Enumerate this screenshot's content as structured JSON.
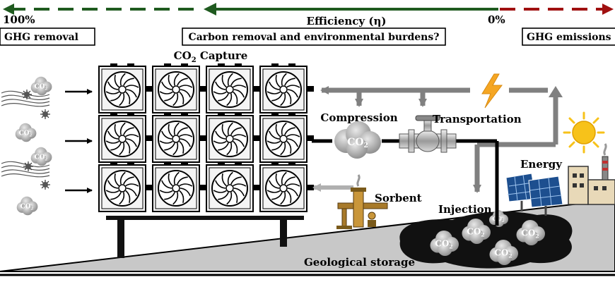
{
  "efficiency_bar": {
    "left_label": "100%",
    "title": "Efficiency (η)",
    "right_label": "0%",
    "colors": {
      "green": "#1f5a1f",
      "red": "#a01010"
    }
  },
  "boxes": {
    "left": "GHG removal",
    "center": "Carbon removal and environmental burdens?",
    "right": "GHG emissions"
  },
  "capture": {
    "title": "CO",
    "subscript": "2",
    "title_suffix": " Capture"
  },
  "labels": {
    "compression": "Compression",
    "transportation": "Transportation",
    "energy": "Energy",
    "sorbent": "Sorbent",
    "injection": "Injection",
    "geological_storage": "Geological storage"
  },
  "co2_text": "CO",
  "co2_sub": "2",
  "colors": {
    "flow_gray": "#808080",
    "ground": "#c8c8c8",
    "reservoir": "#111111",
    "bolt": "#f5a623",
    "sun": "#f7c21a"
  },
  "icons": [
    "fan-icon",
    "cloud-icon",
    "lightning-icon",
    "sun-icon",
    "solar-panel-icon",
    "factory-icon",
    "valve-icon",
    "pump-icon",
    "particle-icon"
  ]
}
